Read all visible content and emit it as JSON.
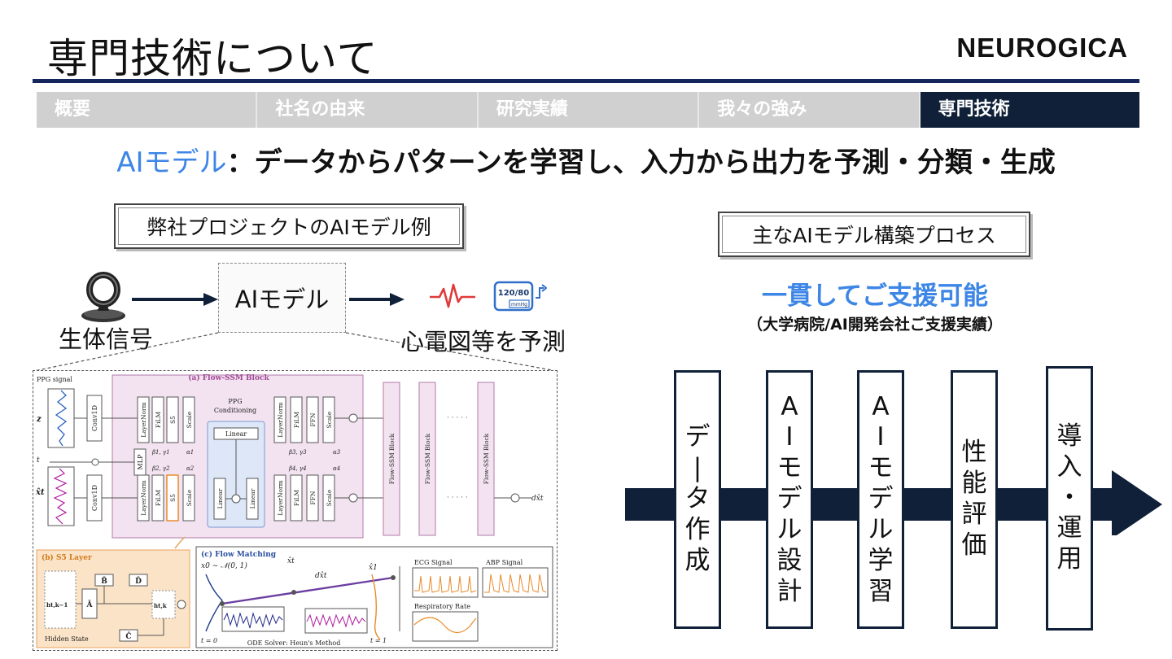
{
  "header": {
    "title": "専門技術について",
    "logo": "NEUROGICA"
  },
  "tabs": [
    {
      "label": "概要",
      "active": false
    },
    {
      "label": "社名の由来",
      "active": false
    },
    {
      "label": "研究実績",
      "active": false
    },
    {
      "label": "我々の強み",
      "active": false
    },
    {
      "label": "専門技術",
      "active": true
    }
  ],
  "headline": {
    "accent": "AIモデル",
    "text": "：データからパターンを学習し、入力から出力を予測・分類・生成"
  },
  "left": {
    "box_label": "弊社プロジェクトのAIモデル例",
    "ai_model": "AIモデル",
    "signal_label": "生体信号",
    "prediction_label": "心電図等を予測",
    "bp_reading": "120/80",
    "bp_unit": "mmHg",
    "figure": {
      "block_title": "(a) Flow-SSM Block",
      "ppg_signal": "PPG signal",
      "z": "z",
      "t": "t",
      "xt": "x̂t",
      "conv1d_top": "Conv1D",
      "conv1d_bottom": "Conv1D",
      "mlp": "MLP",
      "layernorm_1": "LayerNorm",
      "film_1": "FiLM",
      "s5_1": "S5",
      "scale_1": "Scale",
      "ppg_conditioning_1": "PPG",
      "ppg_conditioning_2": "Conditioning",
      "linear_top": "Linear",
      "linear_left": "Linear",
      "linear_right": "Linear",
      "layernorm_3": "LayerNorm",
      "film_3": "FiLM",
      "ffn_3": "FFN",
      "scale_3": "Scale",
      "layernorm_2": "LayerNorm",
      "film_2": "FiLM",
      "s5_2": "S5",
      "scale_2": "Scale",
      "layernorm_4": "LayerNorm",
      "film_4": "FiLM",
      "ffn_4": "FFN",
      "scale_4": "Scale",
      "beta1": "β1, γ1",
      "beta2": "β2, γ2",
      "beta3": "β3, γ3",
      "beta4": "β4, γ4",
      "alpha1": "α1",
      "alpha2": "α2",
      "alpha3": "α3",
      "alpha4": "α4",
      "flow_ssm_block": "Flow-SSM Block",
      "dots": "· · · · ·",
      "dxt": "dx̂t",
      "s5_title": "(b) S5 Layer",
      "b_bar": "B̄",
      "d_bar": "D̄",
      "a_bar": "Ā",
      "c_bar": "C̄",
      "h_prev": "ht,k−1",
      "h_curr": "ht,k",
      "hidden_state": "Hidden State",
      "flow_title": "(c) Flow Matching",
      "x0": "x0 ∼ 𝒩(0, 1)",
      "xt2": "x̂t",
      "dxt2": "dx̂t",
      "x1": "x̂1",
      "t0": "t = 0",
      "t1": "t = 1",
      "ode": "ODE Solver: Heun's Method",
      "ecg": "ECG Signal",
      "abp": "ABP Signal",
      "resp": "Respiratory Rate"
    }
  },
  "right": {
    "box_label": "主なAIモデル構築プロセス",
    "support_title": "一貫してご支援可能",
    "support_sub": "（大学病院/AI開発会社ご支援実績）",
    "steps": [
      {
        "chars": [
          "デ",
          "|",
          "タ",
          "作",
          "成"
        ]
      },
      {
        "chars": [
          "A",
          "I",
          "モ",
          "デ",
          "ル",
          "設",
          "計"
        ]
      },
      {
        "chars": [
          "A",
          "I",
          "モ",
          "デ",
          "ル",
          "学",
          "習"
        ]
      },
      {
        "chars": [
          "性",
          "能",
          "評",
          "価"
        ]
      },
      {
        "chars": [
          "導",
          "入",
          "・",
          "運",
          "用"
        ]
      }
    ]
  },
  "colors": {
    "navy": "#14265c",
    "accent_blue": "#3d86e6",
    "tab_gray": "#d0d0d0",
    "tab_active": "#0f2038"
  }
}
